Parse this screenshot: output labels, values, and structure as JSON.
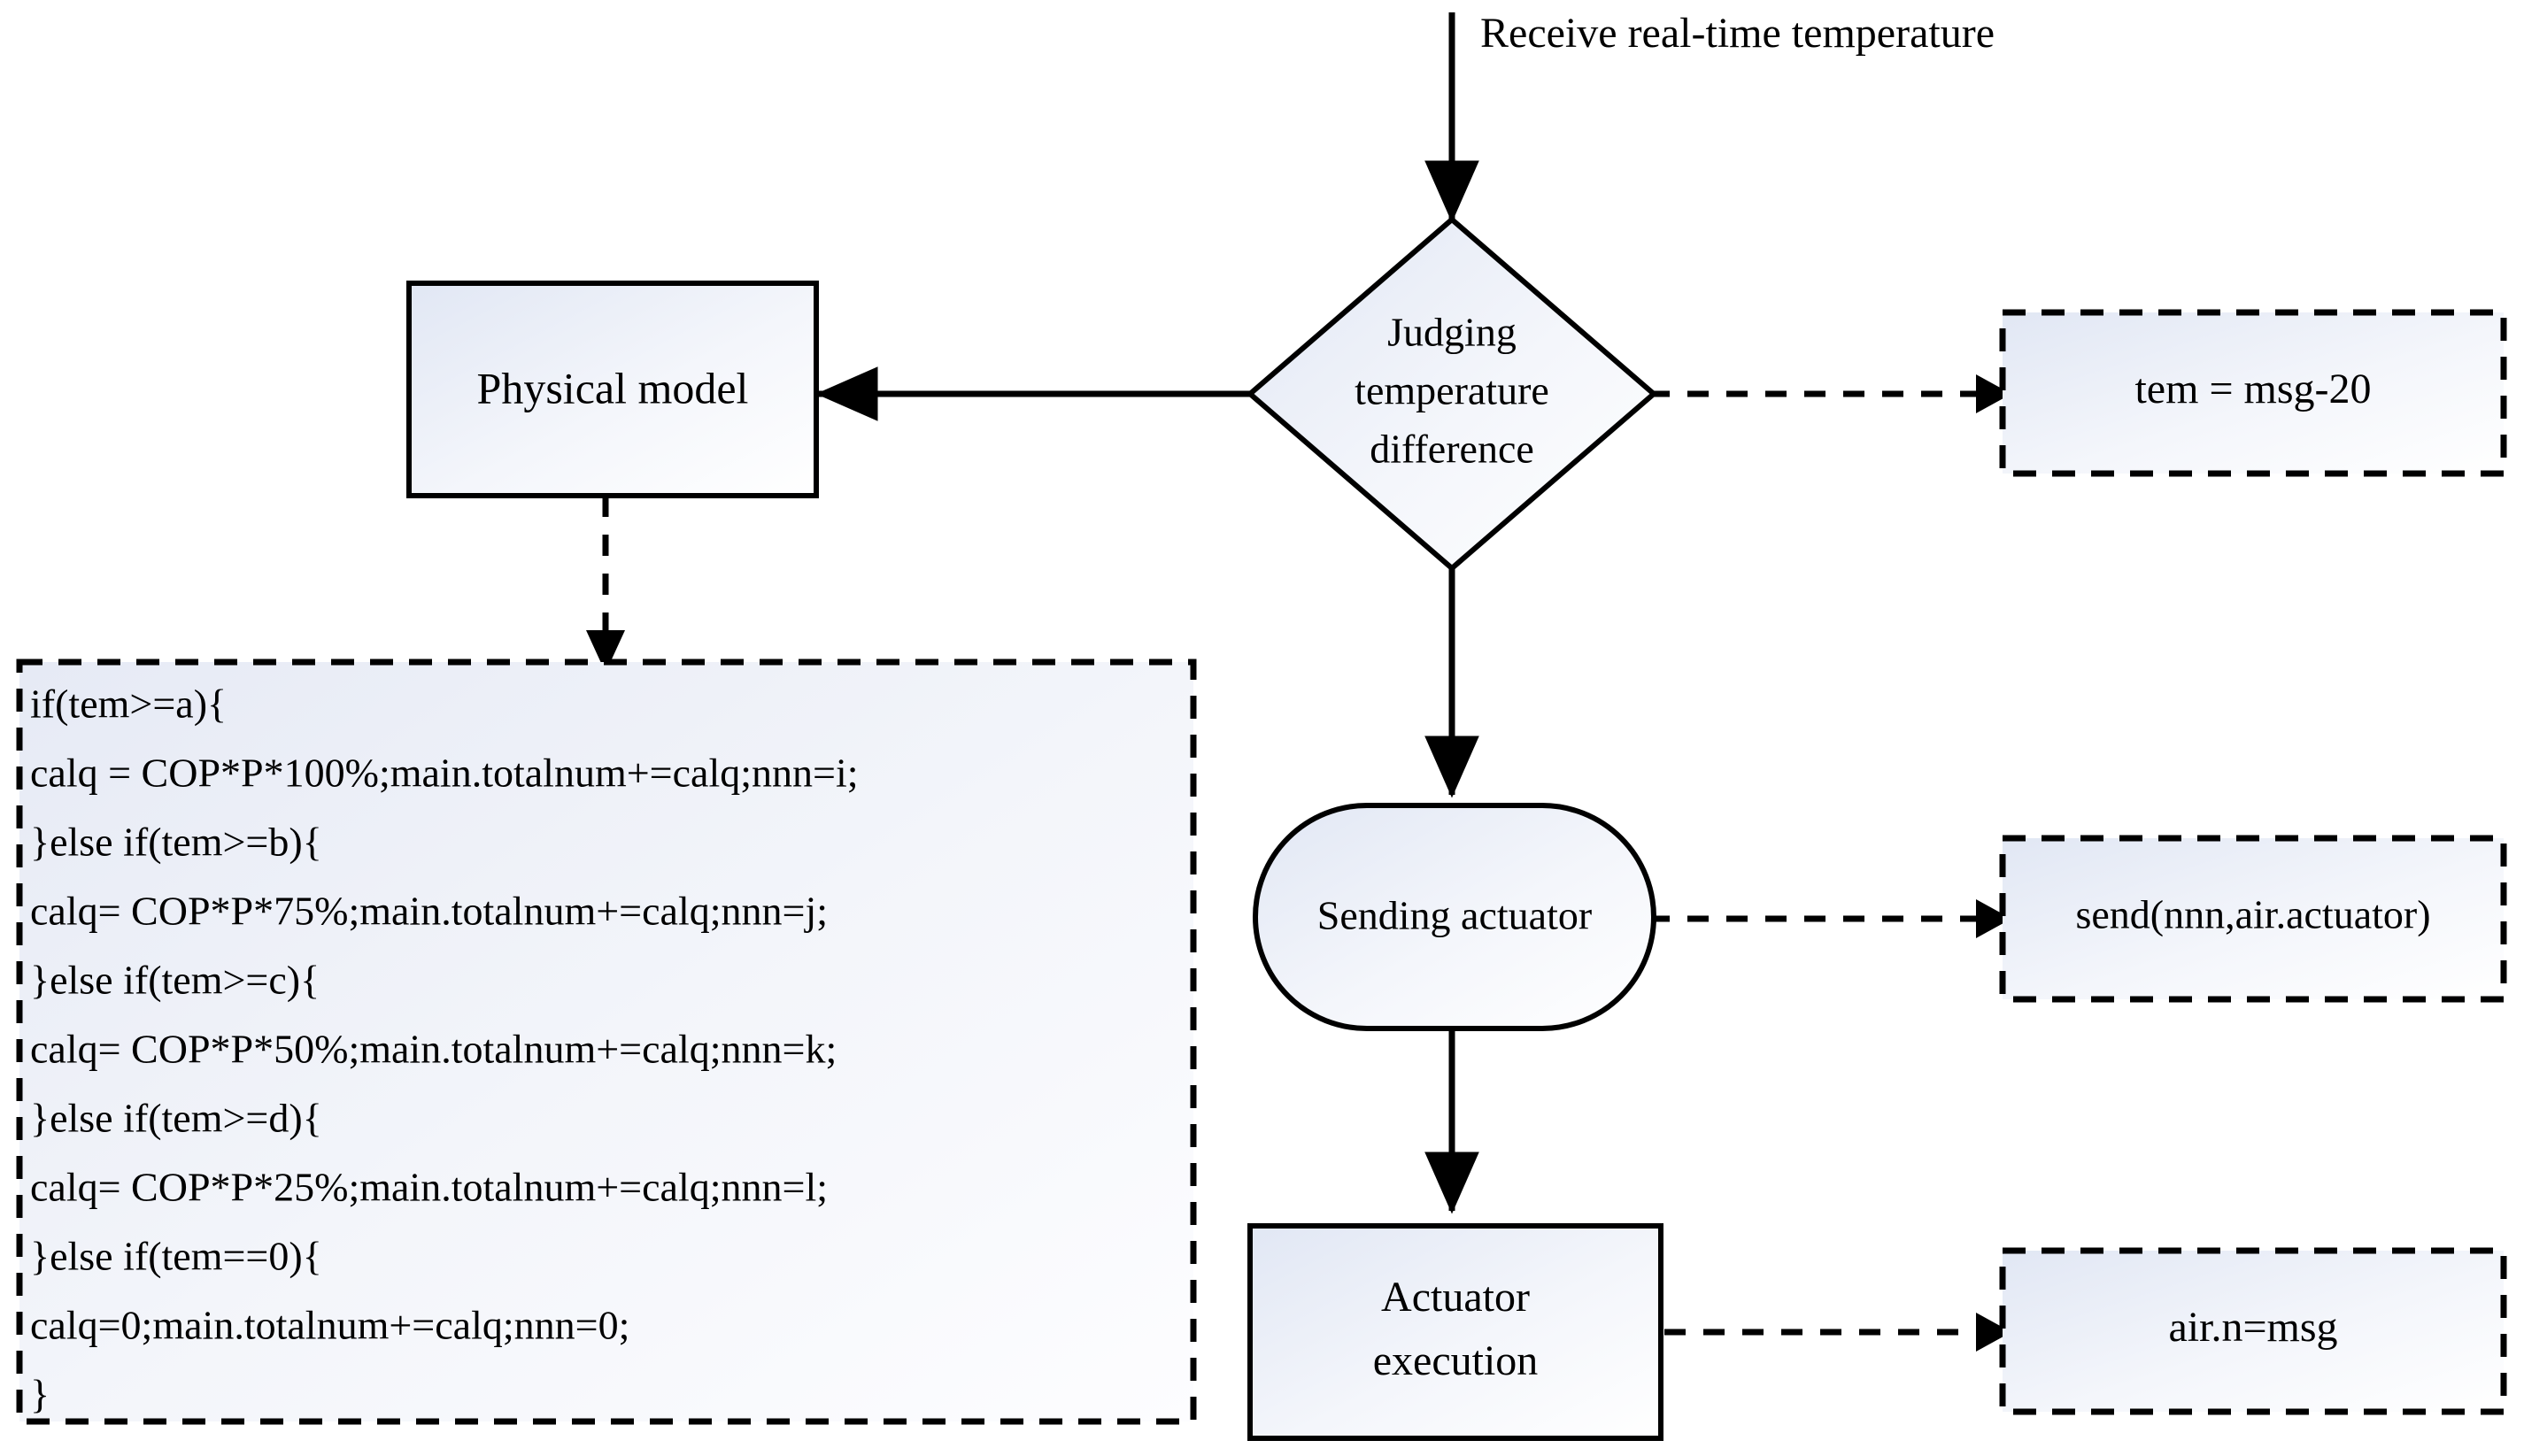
{
  "diagram": {
    "title": "Receive real-time temperature",
    "colors": {
      "stroke": "#000000",
      "fill_gradient_start": "#e3e8f3",
      "fill_gradient_end": "#ffffff",
      "background": "#ffffff"
    },
    "nodes": {
      "start_label": "Receive real-time temperature",
      "decision": {
        "label_line1": "Judging",
        "label_line2": "temperature",
        "label_line3": "difference",
        "shape": "diamond"
      },
      "physical_model": {
        "label": "Physical model",
        "shape": "rectangle"
      },
      "sending_actuator": {
        "label": "Sending actuator",
        "shape": "stadium"
      },
      "actuator_execution": {
        "label_line1": "Actuator",
        "label_line2": "execution",
        "shape": "rectangle"
      },
      "tem_note": {
        "label": "tem = msg-20",
        "shape": "dashed-rectangle"
      },
      "send_note": {
        "label": "send(nnn,air.actuator)",
        "shape": "dashed-rectangle"
      },
      "air_note": {
        "label": "air.n=msg",
        "shape": "dashed-rectangle"
      }
    },
    "code_block": {
      "shape": "dashed-rectangle",
      "lines": [
        "if(tem>=a){",
        "calq = COP*P*100%;main.totalnum+=calq;nnn=i;",
        "}else if(tem>=b){",
        "calq= COP*P*75%;main.totalnum+=calq;nnn=j;",
        "}else if(tem>=c){",
        "calq= COP*P*50%;main.totalnum+=calq;nnn=k;",
        "}else if(tem>=d){",
        "calq= COP*P*25%;main.totalnum+=calq;nnn=l;",
        "}else if(tem==0){",
        "calq=0;main.totalnum+=calq;nnn=0;",
        "}"
      ]
    },
    "edges": [
      {
        "name": "start-to-decision",
        "style": "solid",
        "label": ""
      },
      {
        "name": "decision-to-physical-model",
        "style": "solid",
        "label": ""
      },
      {
        "name": "decision-to-tem-note",
        "style": "dashed",
        "label": ""
      },
      {
        "name": "decision-to-sending-actuator",
        "style": "solid",
        "label": ""
      },
      {
        "name": "physical-model-to-code-block",
        "style": "dashed",
        "label": ""
      },
      {
        "name": "sending-actuator-to-send-note",
        "style": "dashed",
        "label": ""
      },
      {
        "name": "sending-actuator-to-actuator-execution",
        "style": "solid",
        "label": ""
      },
      {
        "name": "actuator-execution-to-air-note",
        "style": "dashed",
        "label": ""
      }
    ]
  }
}
